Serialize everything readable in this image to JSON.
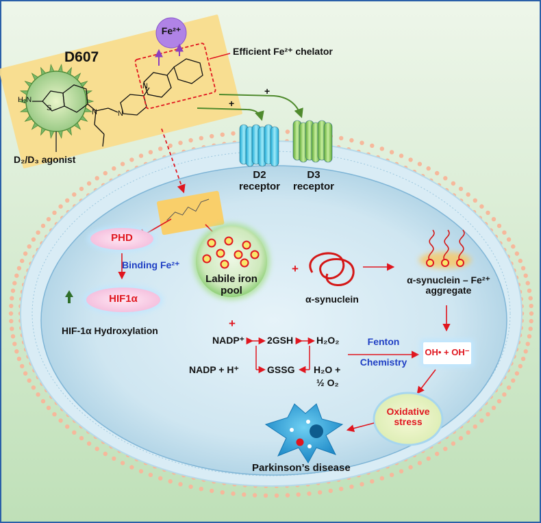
{
  "drug": {
    "name": "D607",
    "metal": "Fe²⁺",
    "chelator_label": "Efficient Fe²⁺ chelator",
    "agonist_label": "D₂/D₃ agonist",
    "atom_h2n": "H₂N",
    "atom_s": "S",
    "atom_n": "N"
  },
  "receptors": [
    {
      "name": "D2 receptor",
      "line1": "D2",
      "line2": "receptor",
      "color": "#3ec7ea"
    },
    {
      "name": "D3 receptor",
      "line1": "D3",
      "line2": "receptor",
      "color": "#7cc243"
    }
  ],
  "plus": "+",
  "pathway": {
    "phd": "PHD",
    "binding": "Binding Fe²⁺",
    "hif": "HIF1α",
    "hif_hydroxylation": "HIF-1α Hydroxylation",
    "labile_line1": "Labile iron",
    "labile_line2": "pool",
    "synuclein": "α-synuclein",
    "aggregate_line1": "α-synuclein – Fe²⁺",
    "aggregate_line2": "aggregate",
    "fenton_line1": "Fenton",
    "fenton_line2": "Chemistry",
    "radicals": "OH• + OH⁻",
    "oxidative_line1": "Oxidative",
    "oxidative_line2": "stress",
    "disease": "Parkinson’s disease"
  },
  "redox": {
    "nadp_plus": "NADP⁺",
    "gsh": "2GSH",
    "h2o2": "H₂O₂",
    "nadph": "NADP + H⁺",
    "gssg": "GSSG",
    "h2o": "H₂O +",
    "half_o2": "½ O₂"
  },
  "colors": {
    "red": "#e0161f",
    "blue": "#1f3fc4",
    "drug_box": "#f9dc8c",
    "membrane_dots": "#f6b89b",
    "nucleus": "#d6ecf5",
    "background_green": "#c9e5c2"
  }
}
